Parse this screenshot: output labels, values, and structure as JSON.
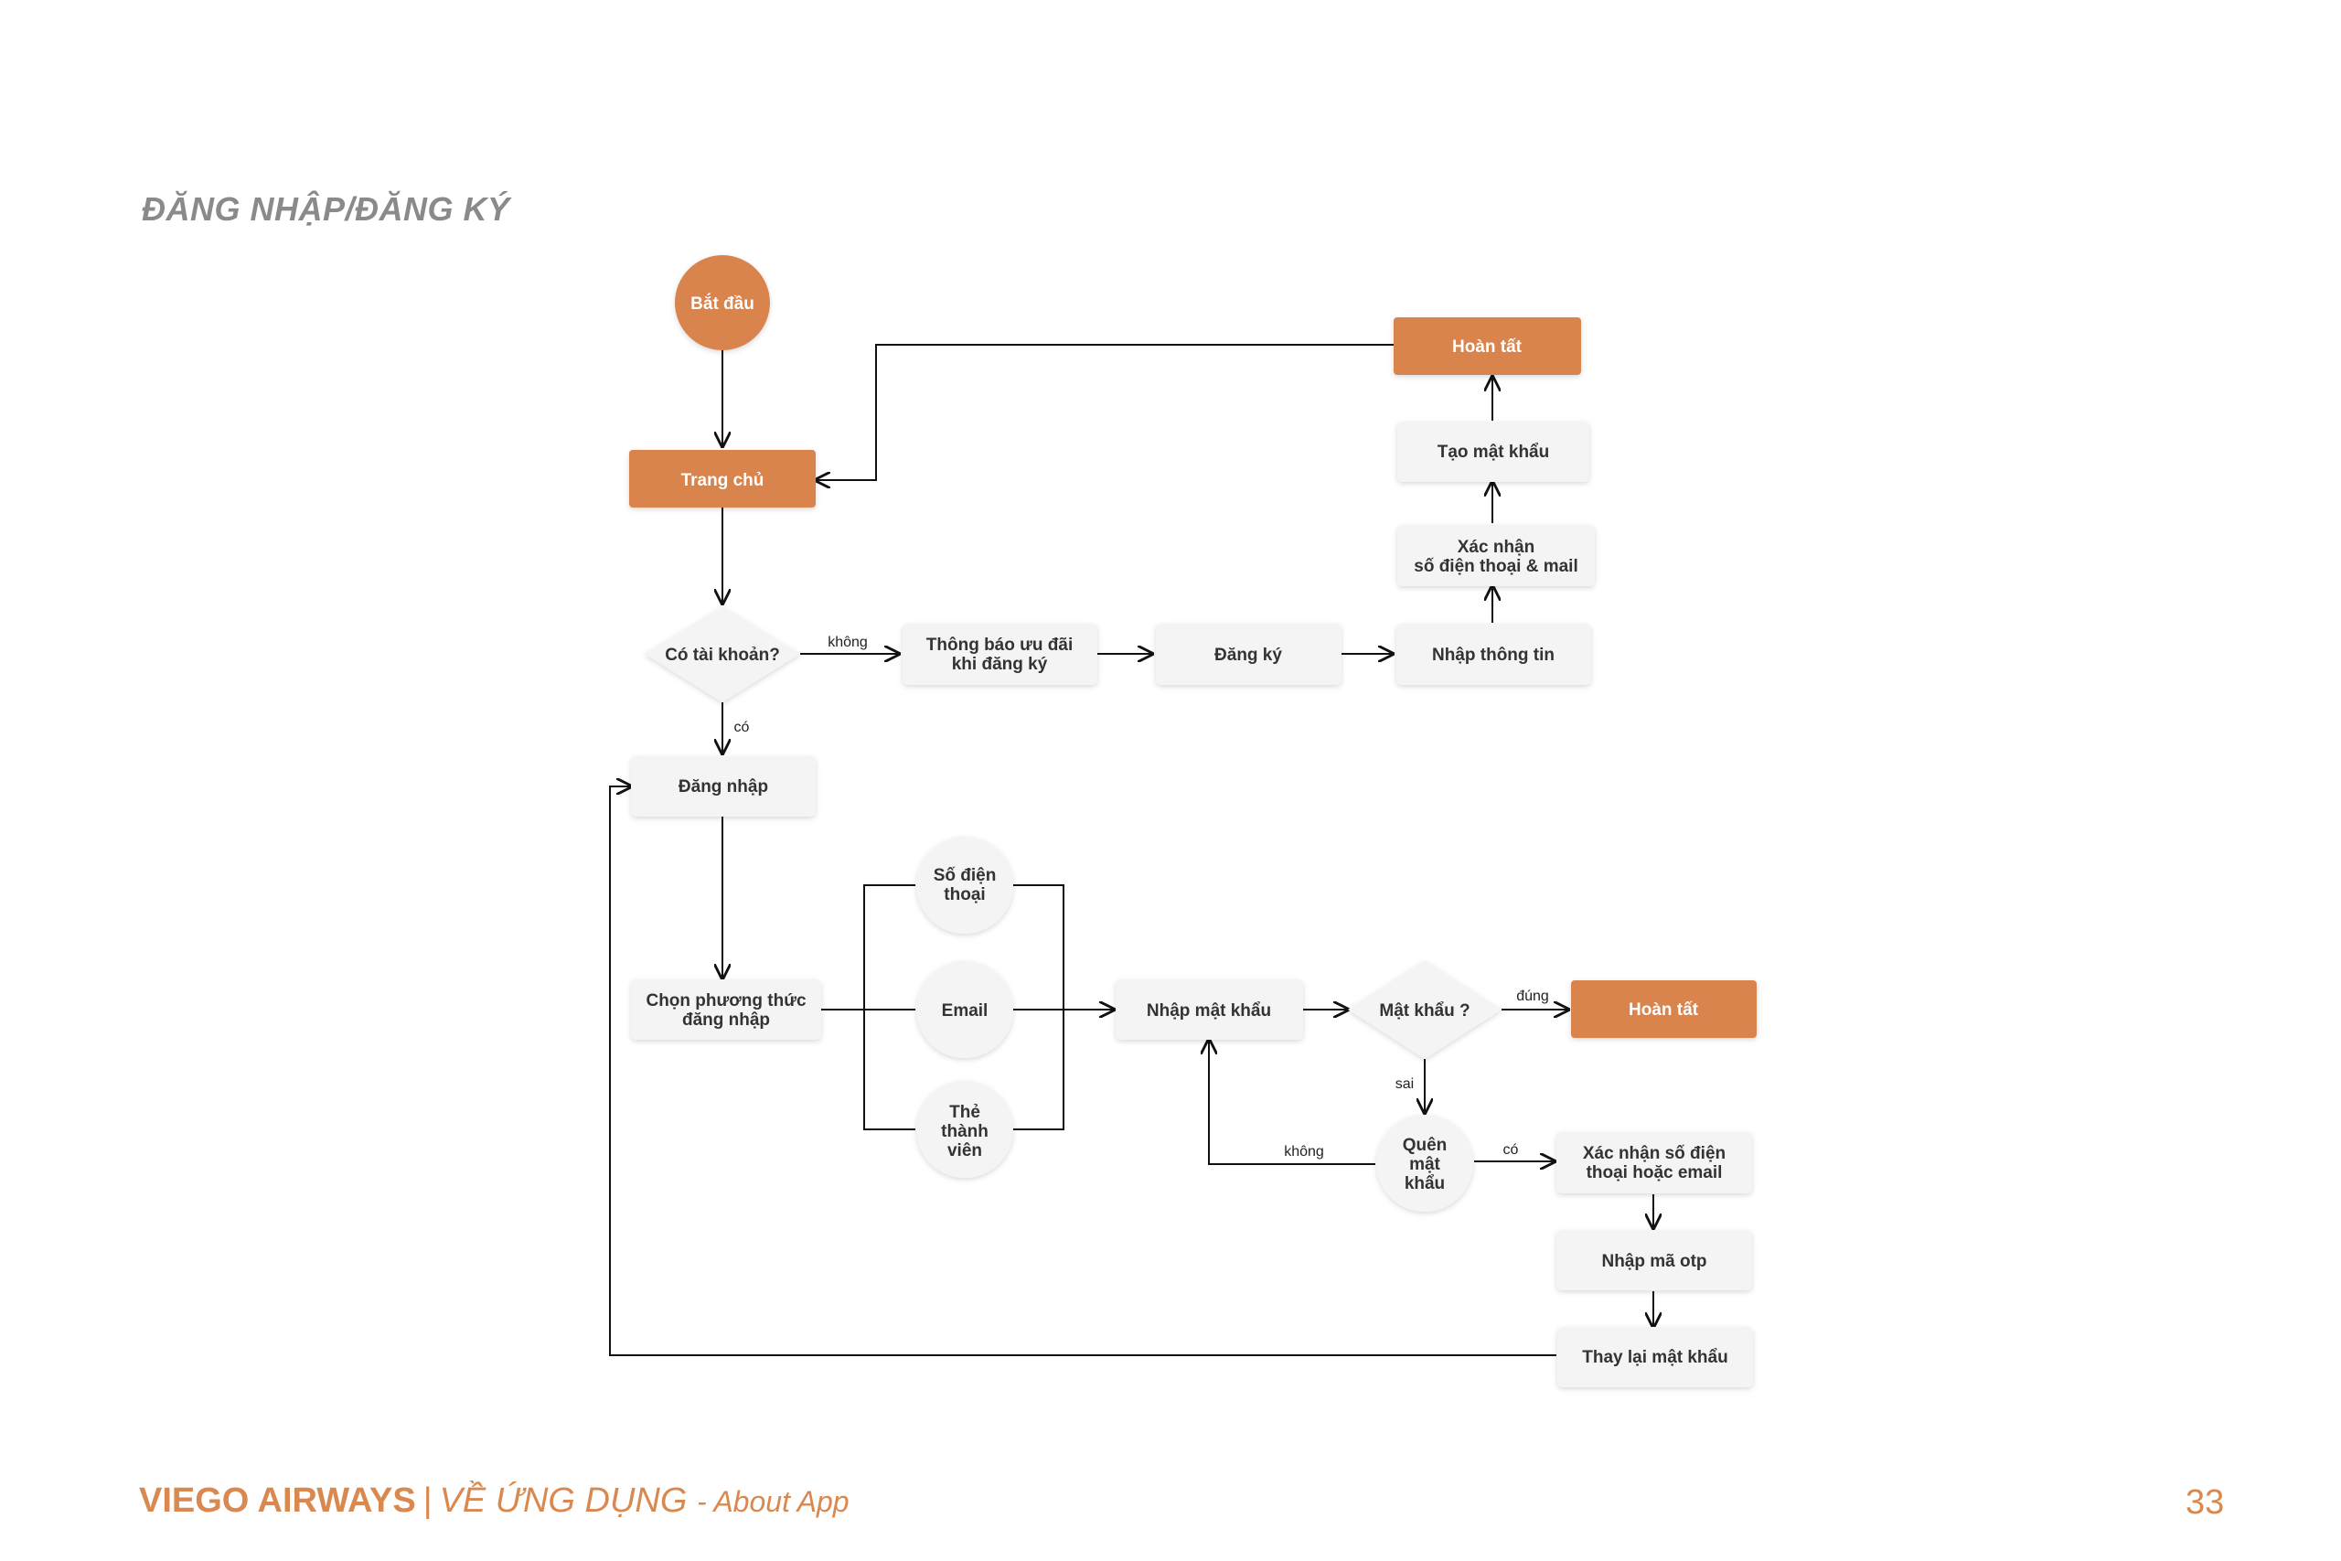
{
  "title": "ĐĂNG NHẬP/ĐĂNG KÝ",
  "colors": {
    "accent": "#d9834d",
    "node_fill": "#f4f4f4",
    "text_dark": "#333333",
    "text_light": "#ffffff"
  },
  "nodes": {
    "start": "Bắt đầu",
    "home": "Trang chủ",
    "has_account": "Có tài khoản?",
    "promo_line1": "Thông báo ưu đãi",
    "promo_line2": "khi đăng ký",
    "register": "Đăng ký",
    "enter_info": "Nhập thông tin",
    "verify_line1": "Xác nhận",
    "verify_line2": "số điện thoại & mail",
    "create_pw": "Tạo mật khẩu",
    "done_top": "Hoàn tất",
    "login": "Đăng nhập",
    "choose_line1": "Chọn phương thức",
    "choose_line2": "đăng nhập",
    "phone_line1": "Số điện",
    "phone_line2": "thoại",
    "email": "Email",
    "member_line1": "Thẻ",
    "member_line2": "thành",
    "member_line3": "viên",
    "enter_pw": "Nhập mật khẩu",
    "pw_check": "Mật khẩu ?",
    "done_right": "Hoàn tất",
    "forgot_line1": "Quên",
    "forgot_line2": "mật",
    "forgot_line3": "khẩu",
    "verify2_line1": "Xác nhận số điện",
    "verify2_line2": "thoại hoặc email",
    "otp": "Nhập mã otp",
    "reset_pw": "Thay lại mật khẩu"
  },
  "edges": {
    "no": "không",
    "yes": "có",
    "correct": "đúng",
    "wrong": "sai",
    "no2": "không",
    "yes2": "có"
  },
  "footer": {
    "brand": "VIEGO AIRWAYS",
    "separator": "|",
    "subtitle": "VỀ ỨNG DỤNG",
    "english": "- About App",
    "page": "33"
  }
}
